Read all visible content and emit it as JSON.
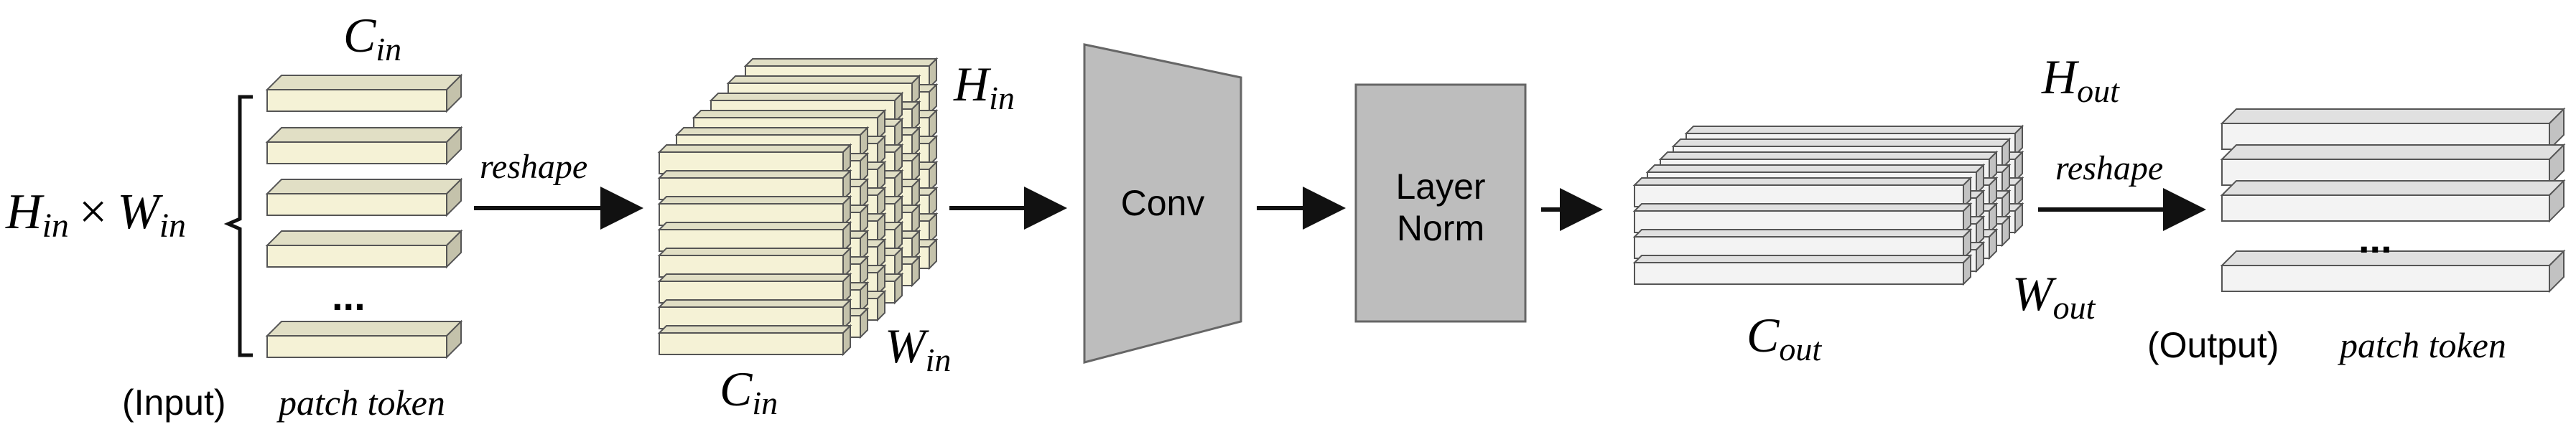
{
  "diagram": {
    "input": {
      "height_label": "H",
      "height_sub": "in",
      "times": "×",
      "width_label": "W",
      "width_sub": "in",
      "channel_label": "C",
      "channel_sub": "in",
      "ellipsis": "...",
      "caption_paren": "(Input)",
      "caption_token": "patch token"
    },
    "arrow1_label": "reshape",
    "tensor_in": {
      "h_label": "H",
      "h_sub": "in",
      "w_label": "W",
      "w_sub": "in",
      "c_label": "C",
      "c_sub": "in"
    },
    "conv_label": "Conv",
    "norm_label_line1": "Layer",
    "norm_label_line2": "Norm",
    "tensor_out": {
      "h_label": "H",
      "h_sub": "out",
      "w_label": "W",
      "w_sub": "out",
      "c_label": "C",
      "c_sub": "out"
    },
    "arrow_out_label": "reshape",
    "output": {
      "ellipsis": "...",
      "caption_paren": "(Output)",
      "caption_token": "patch token"
    },
    "colors": {
      "input_bar": "#f5f2d6",
      "output_bar": "#f3f3f3",
      "block_fill": "#bdbdbd",
      "stroke": "#555555"
    }
  }
}
